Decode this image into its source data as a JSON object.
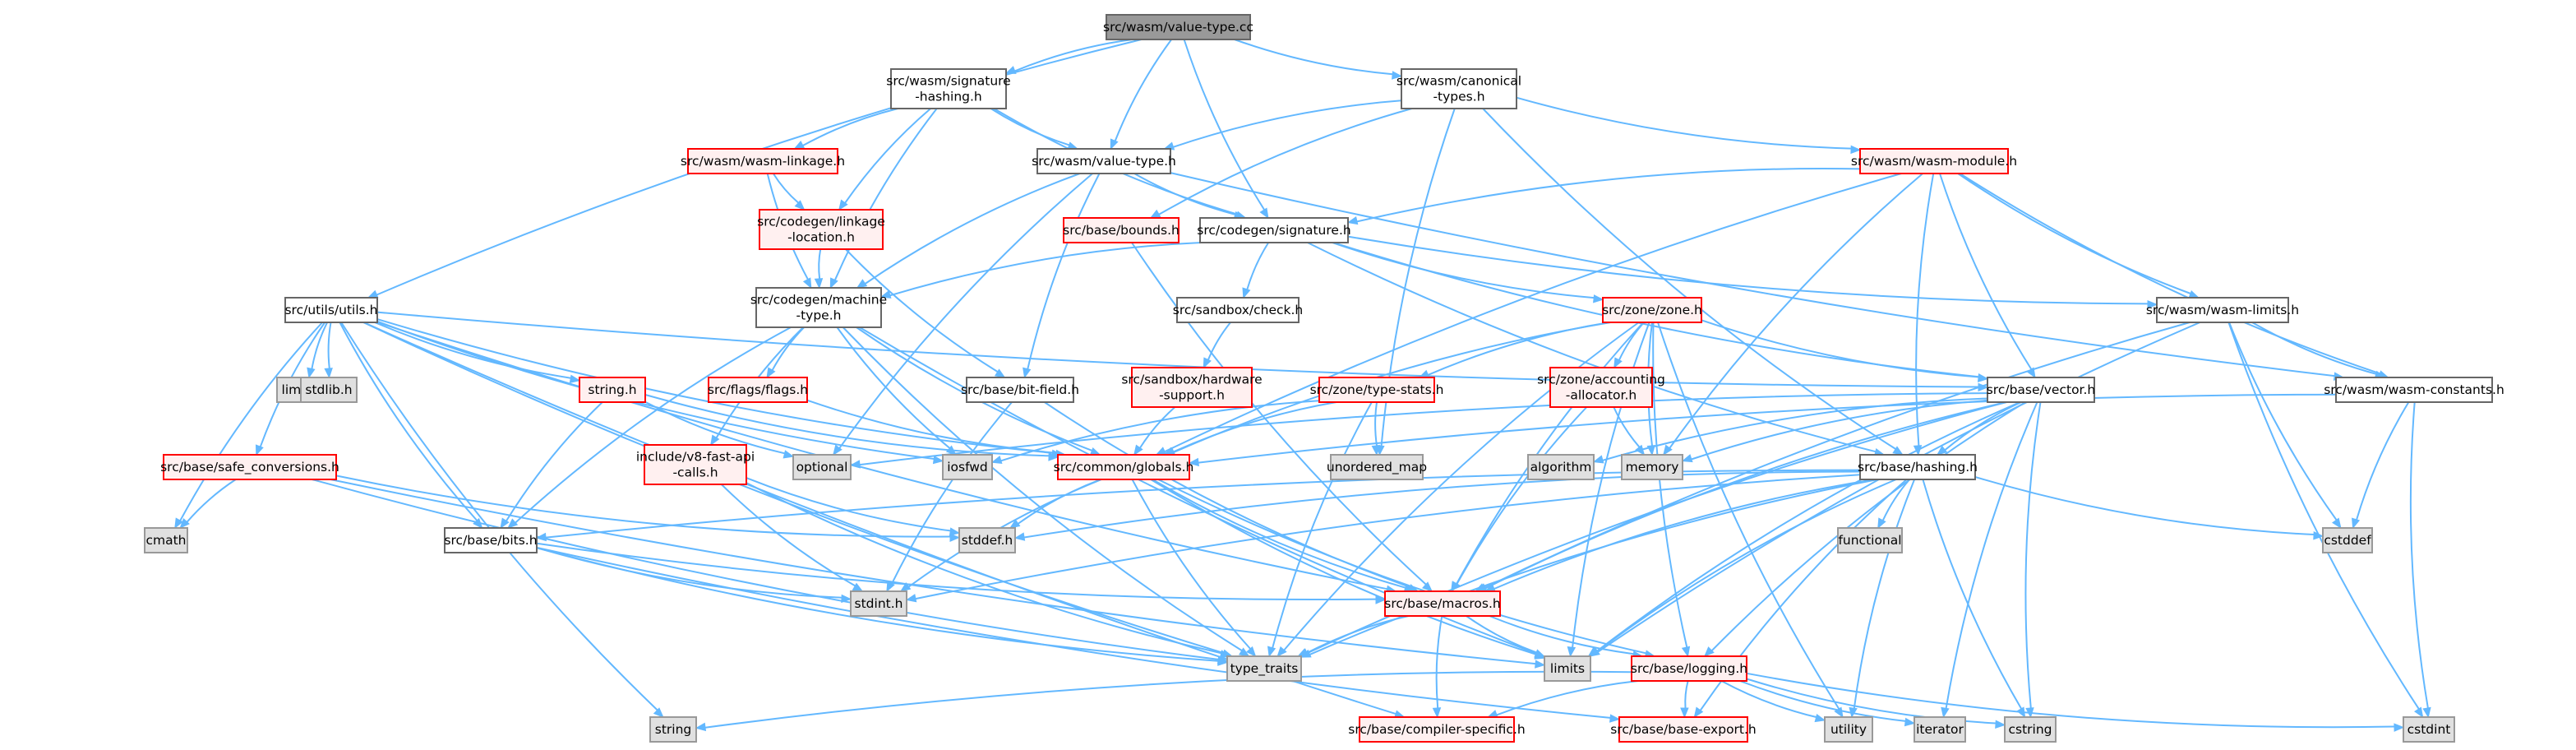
{
  "colors": {
    "edge": "#63b8ff",
    "root_fill": "#999999",
    "root_border": "#666666",
    "file_fill": "#ffffff",
    "file_border": "#666666",
    "truncated_fill": "#fff0f0",
    "truncated_border": "#ff0000",
    "system_fill": "#e0e0e0",
    "system_border": "#999999"
  },
  "graph": {
    "nodes": [
      {
        "id": "root",
        "lines": [
          "src/wasm/value-type.cc"
        ],
        "kind": "root"
      },
      {
        "id": "sig_hash",
        "lines": [
          "src/wasm/signature",
          "-hashing.h"
        ],
        "kind": "file"
      },
      {
        "id": "canon",
        "lines": [
          "src/wasm/canonical",
          "-types.h"
        ],
        "kind": "file"
      },
      {
        "id": "linkage",
        "lines": [
          "src/wasm/wasm-linkage.h"
        ],
        "kind": "truncated"
      },
      {
        "id": "vt_h",
        "lines": [
          "src/wasm/value-type.h"
        ],
        "kind": "file"
      },
      {
        "id": "wmod",
        "lines": [
          "src/wasm/wasm-module.h"
        ],
        "kind": "truncated"
      },
      {
        "id": "linkloc",
        "lines": [
          "src/codegen/linkage",
          "-location.h"
        ],
        "kind": "truncated"
      },
      {
        "id": "bounds",
        "lines": [
          "src/base/bounds.h"
        ],
        "kind": "truncated"
      },
      {
        "id": "csig",
        "lines": [
          "src/codegen/signature.h"
        ],
        "kind": "file"
      },
      {
        "id": "utils",
        "lines": [
          "src/utils/utils.h"
        ],
        "kind": "file"
      },
      {
        "id": "mtype",
        "lines": [
          "src/codegen/machine",
          "-type.h"
        ],
        "kind": "file"
      },
      {
        "id": "sbcheck",
        "lines": [
          "src/sandbox/check.h"
        ],
        "kind": "file"
      },
      {
        "id": "zone",
        "lines": [
          "src/zone/zone.h"
        ],
        "kind": "truncated"
      },
      {
        "id": "wlimits",
        "lines": [
          "src/wasm/wasm-limits.h"
        ],
        "kind": "file"
      },
      {
        "id": "limits_h",
        "lines": [
          "limits.h"
        ],
        "kind": "system"
      },
      {
        "id": "stdlib_h",
        "lines": [
          "stdlib.h"
        ],
        "kind": "system"
      },
      {
        "id": "string_h",
        "lines": [
          "string.h"
        ],
        "kind": "truncated"
      },
      {
        "id": "flags",
        "lines": [
          "src/flags/flags.h"
        ],
        "kind": "truncated"
      },
      {
        "id": "bitfield",
        "lines": [
          "src/base/bit-field.h"
        ],
        "kind": "file"
      },
      {
        "id": "sbhw",
        "lines": [
          "src/sandbox/hardware",
          "-support.h"
        ],
        "kind": "truncated"
      },
      {
        "id": "ztstats",
        "lines": [
          "src/zone/type-stats.h"
        ],
        "kind": "truncated"
      },
      {
        "id": "zalloc",
        "lines": [
          "src/zone/accounting",
          "-allocator.h"
        ],
        "kind": "truncated"
      },
      {
        "id": "bvector",
        "lines": [
          "src/base/vector.h"
        ],
        "kind": "file"
      },
      {
        "id": "wconst",
        "lines": [
          "src/wasm/wasm-constants.h"
        ],
        "kind": "file"
      },
      {
        "id": "safeconv",
        "lines": [
          "src/base/safe_conversions.h"
        ],
        "kind": "truncated"
      },
      {
        "id": "v8fast",
        "lines": [
          "include/v8-fast-api",
          "-calls.h"
        ],
        "kind": "truncated"
      },
      {
        "id": "optional",
        "lines": [
          "optional"
        ],
        "kind": "system"
      },
      {
        "id": "iosfwd",
        "lines": [
          "iosfwd"
        ],
        "kind": "system"
      },
      {
        "id": "globals",
        "lines": [
          "src/common/globals.h"
        ],
        "kind": "truncated"
      },
      {
        "id": "umap",
        "lines": [
          "unordered_map"
        ],
        "kind": "system"
      },
      {
        "id": "algorithm",
        "lines": [
          "algorithm"
        ],
        "kind": "system"
      },
      {
        "id": "memory",
        "lines": [
          "memory"
        ],
        "kind": "system"
      },
      {
        "id": "hashing",
        "lines": [
          "src/base/hashing.h"
        ],
        "kind": "file"
      },
      {
        "id": "cmath",
        "lines": [
          "cmath"
        ],
        "kind": "system"
      },
      {
        "id": "stddef_h",
        "lines": [
          "stddef.h"
        ],
        "kind": "system"
      },
      {
        "id": "functional",
        "lines": [
          "functional"
        ],
        "kind": "system"
      },
      {
        "id": "cstddef",
        "lines": [
          "cstddef"
        ],
        "kind": "system"
      },
      {
        "id": "bits",
        "lines": [
          "src/base/bits.h"
        ],
        "kind": "file"
      },
      {
        "id": "stdint_h",
        "lines": [
          "stdint.h"
        ],
        "kind": "system"
      },
      {
        "id": "macros",
        "lines": [
          "src/base/macros.h"
        ],
        "kind": "truncated"
      },
      {
        "id": "type_traits",
        "lines": [
          "type_traits"
        ],
        "kind": "system"
      },
      {
        "id": "limits",
        "lines": [
          "limits"
        ],
        "kind": "system"
      },
      {
        "id": "logging",
        "lines": [
          "src/base/logging.h"
        ],
        "kind": "truncated"
      },
      {
        "id": "string",
        "lines": [
          "string"
        ],
        "kind": "system"
      },
      {
        "id": "compspec",
        "lines": [
          "src/base/compiler-specific.h"
        ],
        "kind": "truncated"
      },
      {
        "id": "baseexport",
        "lines": [
          "src/base/base-export.h"
        ],
        "kind": "truncated"
      },
      {
        "id": "utility",
        "lines": [
          "utility"
        ],
        "kind": "system"
      },
      {
        "id": "iterator",
        "lines": [
          "iterator"
        ],
        "kind": "system"
      },
      {
        "id": "cstring",
        "lines": [
          "cstring"
        ],
        "kind": "system"
      },
      {
        "id": "cstdint",
        "lines": [
          "cstdint"
        ],
        "kind": "system"
      }
    ],
    "edges": [
      [
        "root",
        "sig_hash"
      ],
      [
        "root",
        "canon"
      ],
      [
        "root",
        "vt_h"
      ],
      [
        "root",
        "csig"
      ],
      [
        "root",
        "utils"
      ],
      [
        "sig_hash",
        "linkage"
      ],
      [
        "sig_hash",
        "linkloc"
      ],
      [
        "sig_hash",
        "vt_h"
      ],
      [
        "sig_hash",
        "csig"
      ],
      [
        "sig_hash",
        "mtype"
      ],
      [
        "canon",
        "vt_h"
      ],
      [
        "canon",
        "wmod"
      ],
      [
        "canon",
        "bounds"
      ],
      [
        "canon",
        "umap"
      ],
      [
        "canon",
        "hashing"
      ],
      [
        "linkage",
        "linkloc"
      ],
      [
        "linkage",
        "mtype"
      ],
      [
        "linkloc",
        "mtype"
      ],
      [
        "linkloc",
        "bitfield"
      ],
      [
        "vt_h",
        "csig"
      ],
      [
        "vt_h",
        "mtype"
      ],
      [
        "vt_h",
        "bitfield"
      ],
      [
        "vt_h",
        "optional"
      ],
      [
        "vt_h",
        "wconst"
      ],
      [
        "wmod",
        "csig"
      ],
      [
        "wmod",
        "wlimits"
      ],
      [
        "wmod",
        "wconst"
      ],
      [
        "wmod",
        "bvector"
      ],
      [
        "wmod",
        "globals"
      ],
      [
        "wmod",
        "memory"
      ],
      [
        "wmod",
        "hashing"
      ],
      [
        "bounds",
        "macros"
      ],
      [
        "csig",
        "mtype"
      ],
      [
        "csig",
        "sbcheck"
      ],
      [
        "csig",
        "zone"
      ],
      [
        "csig",
        "wlimits"
      ],
      [
        "csig",
        "bvector"
      ],
      [
        "csig",
        "hashing"
      ],
      [
        "utils",
        "limits_h"
      ],
      [
        "utils",
        "stdlib_h"
      ],
      [
        "utils",
        "string_h"
      ],
      [
        "utils",
        "safeconv"
      ],
      [
        "utils",
        "cmath"
      ],
      [
        "utils",
        "string"
      ],
      [
        "utils",
        "bits"
      ],
      [
        "utils",
        "macros"
      ],
      [
        "utils",
        "globals"
      ],
      [
        "utils",
        "bvector"
      ],
      [
        "utils",
        "type_traits"
      ],
      [
        "utils",
        "compspec"
      ],
      [
        "utils",
        "iosfwd"
      ],
      [
        "mtype",
        "flags"
      ],
      [
        "mtype",
        "v8fast"
      ],
      [
        "mtype",
        "globals"
      ],
      [
        "mtype",
        "bits"
      ],
      [
        "mtype",
        "type_traits"
      ],
      [
        "mtype",
        "limits"
      ],
      [
        "mtype",
        "iosfwd"
      ],
      [
        "sbcheck",
        "sbhw"
      ],
      [
        "zone",
        "ztstats"
      ],
      [
        "zone",
        "zalloc"
      ],
      [
        "zone",
        "bvector"
      ],
      [
        "zone",
        "globals"
      ],
      [
        "zone",
        "memory"
      ],
      [
        "zone",
        "type_traits"
      ],
      [
        "zone",
        "utility"
      ],
      [
        "zone",
        "limits"
      ],
      [
        "zone",
        "logging"
      ],
      [
        "zone",
        "macros"
      ],
      [
        "wlimits",
        "wconst"
      ],
      [
        "wlimits",
        "cstddef"
      ],
      [
        "wlimits",
        "cstdint"
      ],
      [
        "wlimits",
        "limits"
      ],
      [
        "wlimits",
        "macros"
      ],
      [
        "string_h",
        "optional"
      ],
      [
        "string_h",
        "bits"
      ],
      [
        "string_h",
        "globals"
      ],
      [
        "flags",
        "globals"
      ],
      [
        "bitfield",
        "stdint_h"
      ],
      [
        "bitfield",
        "macros"
      ],
      [
        "sbhw",
        "globals"
      ],
      [
        "ztstats",
        "umap"
      ],
      [
        "ztstats",
        "iosfwd"
      ],
      [
        "ztstats",
        "type_traits"
      ],
      [
        "ztstats",
        "globals"
      ],
      [
        "zalloc",
        "memory"
      ],
      [
        "zalloc",
        "macros"
      ],
      [
        "bvector",
        "hashing"
      ],
      [
        "bvector",
        "algorithm"
      ],
      [
        "bvector",
        "optional"
      ],
      [
        "bvector",
        "memory"
      ],
      [
        "bvector",
        "type_traits"
      ],
      [
        "bvector",
        "cstring"
      ],
      [
        "bvector",
        "iterator"
      ],
      [
        "bvector",
        "limits"
      ],
      [
        "bvector",
        "logging"
      ],
      [
        "bvector",
        "macros"
      ],
      [
        "wconst",
        "cstddef"
      ],
      [
        "wconst",
        "cstdint"
      ],
      [
        "wconst",
        "globals"
      ],
      [
        "safeconv",
        "cmath"
      ],
      [
        "safeconv",
        "stddef_h"
      ],
      [
        "safeconv",
        "limits"
      ],
      [
        "safeconv",
        "type_traits"
      ],
      [
        "v8fast",
        "stdint_h"
      ],
      [
        "v8fast",
        "stddef_h"
      ],
      [
        "v8fast",
        "type_traits"
      ],
      [
        "globals",
        "stddef_h"
      ],
      [
        "globals",
        "stdint_h"
      ],
      [
        "globals",
        "macros"
      ],
      [
        "globals",
        "limits"
      ],
      [
        "globals",
        "logging"
      ],
      [
        "globals",
        "type_traits"
      ],
      [
        "hashing",
        "functional"
      ],
      [
        "hashing",
        "cstddef"
      ],
      [
        "hashing",
        "stdint_h"
      ],
      [
        "hashing",
        "stddef_h"
      ],
      [
        "hashing",
        "utility"
      ],
      [
        "hashing",
        "cstring"
      ],
      [
        "hashing",
        "bits"
      ],
      [
        "hashing",
        "macros"
      ],
      [
        "hashing",
        "type_traits"
      ],
      [
        "hashing",
        "baseexport"
      ],
      [
        "hashing",
        "limits"
      ],
      [
        "bits",
        "stdint_h"
      ],
      [
        "bits",
        "type_traits"
      ],
      [
        "bits",
        "macros"
      ],
      [
        "bits",
        "baseexport"
      ],
      [
        "macros",
        "type_traits"
      ],
      [
        "macros",
        "limits"
      ],
      [
        "macros",
        "compspec"
      ],
      [
        "macros",
        "logging"
      ],
      [
        "logging",
        "string"
      ],
      [
        "logging",
        "utility"
      ],
      [
        "logging",
        "iterator"
      ],
      [
        "logging",
        "cstring"
      ],
      [
        "logging",
        "cstdint"
      ],
      [
        "logging",
        "compspec"
      ],
      [
        "logging",
        "baseexport"
      ]
    ]
  }
}
